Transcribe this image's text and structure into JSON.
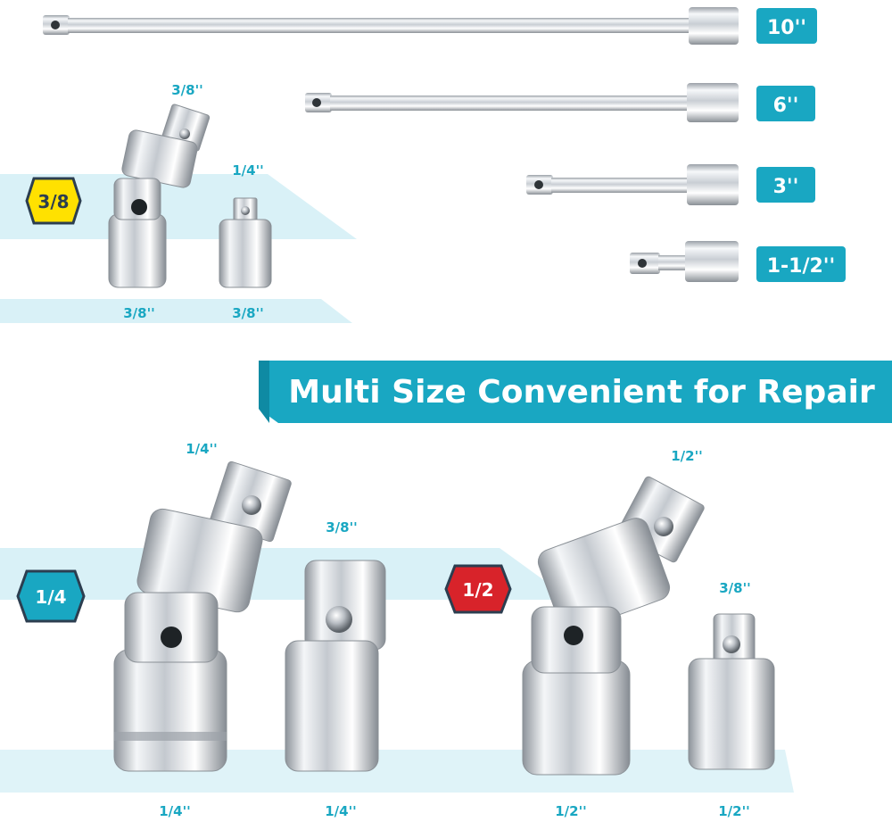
{
  "banner": {
    "text": "Multi Size Convenient for Repair"
  },
  "extensions": [
    {
      "length": "10''"
    },
    {
      "length": "6''"
    },
    {
      "length": "3''"
    },
    {
      "length": "1-1/2''"
    }
  ],
  "sets": {
    "three_eighths": {
      "badge": "3/8",
      "joint_top": "3/8''",
      "joint_bottom": "3/8''",
      "adapter_top": "1/4''",
      "adapter_bottom": "3/8''"
    },
    "quarter": {
      "badge": "1/4",
      "joint_top": "1/4''",
      "joint_bottom": "1/4''",
      "adapter_top": "3/8''",
      "adapter_bottom": "1/4''"
    },
    "half": {
      "badge": "1/2",
      "joint_top": "1/2''",
      "joint_bottom": "1/2''",
      "adapter_top": "3/8''",
      "adapter_bottom": "1/2''"
    }
  },
  "colors": {
    "accent": "#19a7c2",
    "band_light": "#d9f1f7",
    "badge_yellow": "#ffe100",
    "badge_red": "#d8232a",
    "chrome_dark": "#8d939a",
    "chrome_light": "#f4f6f8"
  }
}
